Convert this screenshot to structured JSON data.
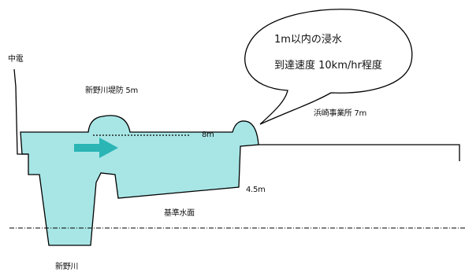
{
  "labels": {
    "left_top": "中電",
    "levee": "新野川堤防 5m",
    "site": "浜崎事業所 7m",
    "level_8": "8m",
    "level_45": "4.5m",
    "datum": "基準水面",
    "river": "新野川"
  },
  "callout": {
    "line1": "1m以内の浸水",
    "line2": "到達速度 10km/hr程度"
  },
  "colors": {
    "water": "#a8e6e6",
    "arrow": "#2bb5b5",
    "outline": "#000000"
  }
}
